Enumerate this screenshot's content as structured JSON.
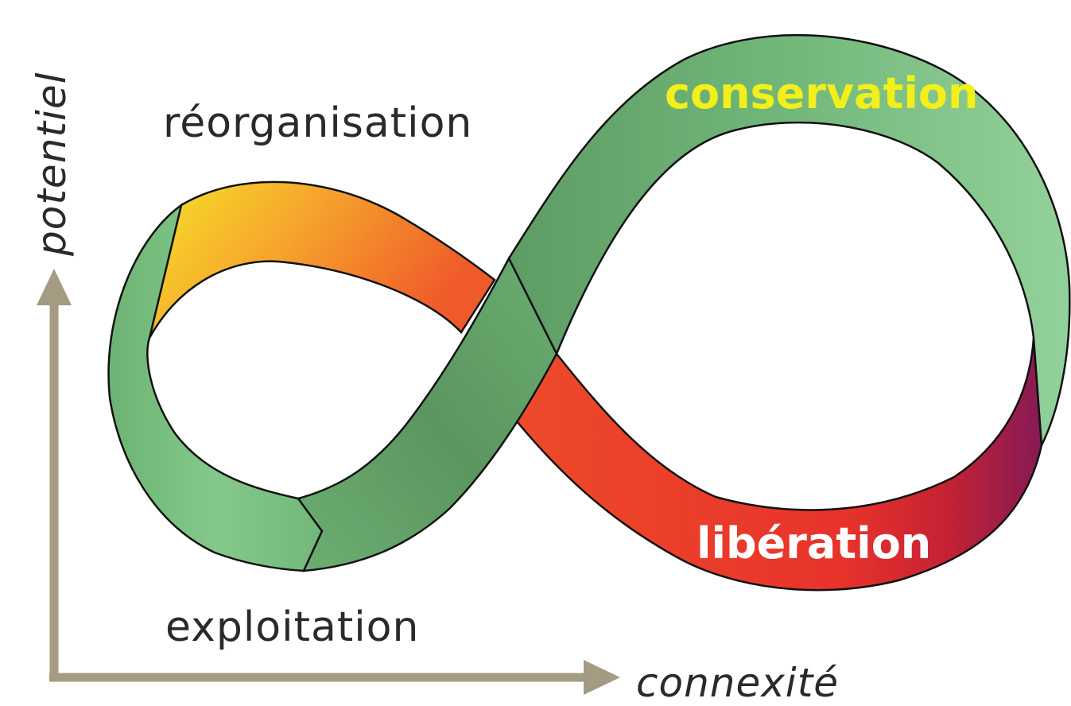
{
  "labels": {
    "reorganisation": "réorganisation",
    "conservation": "conservation",
    "liberation": "libération",
    "exploitation": "exploitation"
  },
  "axes": {
    "y": "potentiel",
    "x": "connexité"
  },
  "colors": {
    "axis": "#a39b82",
    "band_green": "#6aad72",
    "band_green_light": "#86c98c",
    "band_green_dark": "#5c9a62",
    "band_yellow": "#f7e12a",
    "band_orange": "#f29530",
    "band_red": "#ec3a2a",
    "band_purple": "#8a1a52",
    "conservation_text": "#f2ef1a",
    "liberation_text": "#ffffff",
    "outline": "#111111"
  }
}
